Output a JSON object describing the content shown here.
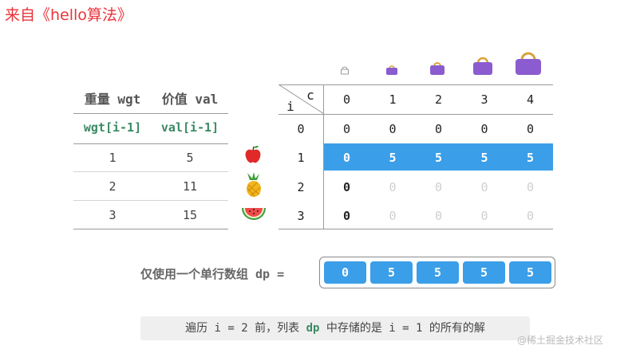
{
  "source": "来自《hello算法》",
  "items_table": {
    "headers": [
      "重量 wgt",
      "价值 val"
    ],
    "subheaders": [
      "wgt[i-1]",
      "val[i-1]"
    ],
    "rows": [
      {
        "wgt": "1",
        "val": "5",
        "icon": "apple-icon"
      },
      {
        "wgt": "2",
        "val": "11",
        "icon": "pineapple-icon"
      },
      {
        "wgt": "3",
        "val": "15",
        "icon": "watermelon-icon"
      }
    ]
  },
  "dp_table": {
    "corner_row_label": "i",
    "corner_col_label": "c",
    "col_headers": [
      "0",
      "1",
      "2",
      "3",
      "4"
    ],
    "row_headers": [
      "0",
      "1",
      "2",
      "3"
    ],
    "cells": [
      [
        "0",
        "0",
        "0",
        "0",
        "0"
      ],
      [
        "0",
        "5",
        "5",
        "5",
        "5"
      ],
      [
        "0",
        "0",
        "0",
        "0",
        "0"
      ],
      [
        "0",
        "0",
        "0",
        "0",
        "0"
      ]
    ],
    "highlighted_row": 1,
    "bag_icons": [
      "bag-icon-empty",
      "bag-icon-1",
      "bag-icon-2",
      "bag-icon-3",
      "bag-icon-4"
    ],
    "highlight_color": "#3b9ee8"
  },
  "dp_array": {
    "caption": "仅使用一个单行数组 dp =",
    "values": [
      "0",
      "5",
      "5",
      "5",
      "5"
    ]
  },
  "footer": {
    "p1": "遍历 i = 2 前，列表 ",
    "p2": "dp",
    "p3": " 中存储的是 i = 1 的所有的解"
  },
  "watermark": "@稀土掘金技术社区"
}
